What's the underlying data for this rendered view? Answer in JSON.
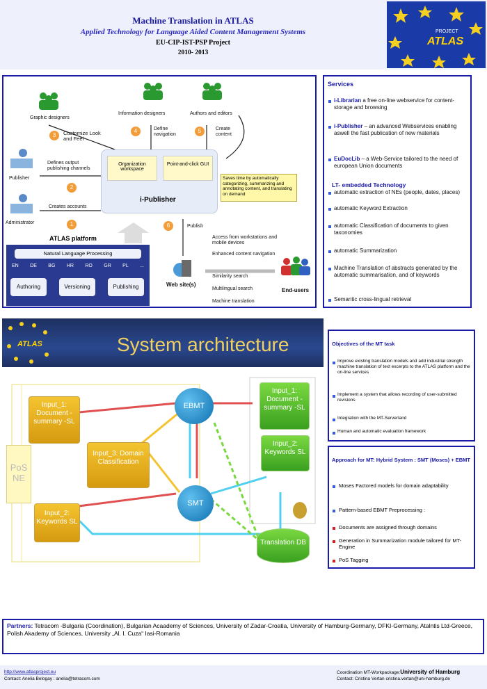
{
  "header": {
    "title": "Machine Translation in ATLAS",
    "subtitle": "Applied Technology for Language Aided Content Management Systems",
    "project": "EU-CIP-IST-PSP Project",
    "years": "2010- 2013",
    "logo_text": "PROJECT",
    "logo_name": "ATLAS"
  },
  "workflow": {
    "roles": {
      "graphic": "Graphic designers",
      "info": "Information designers",
      "authors": "Authors and editors",
      "publisher": "Publisher",
      "admin": "Administrator",
      "endusers": "End-users"
    },
    "steps": {
      "s3": "Customize Look and Feel",
      "s4": "Define navigation",
      "s5": "Create content",
      "s2": "Defines output publishing channels",
      "s1": "Creates accounts",
      "s6": "Publish"
    },
    "nums": [
      "1",
      "2",
      "3",
      "4",
      "5",
      "6"
    ],
    "ipub": {
      "org": "Organization workspace",
      "gui": "Point-and-click GUI",
      "name": "i-Publisher"
    },
    "note": "Saves time by automatically categorizing, summarizing and annotating content, and translating on demand",
    "platform": "ATLAS platform",
    "nlp": "Natural Language Processing",
    "langs": [
      "EN",
      "DE",
      "BG",
      "HR",
      "RO",
      "GR",
      "PL",
      "..."
    ],
    "modules": [
      "Authoring",
      "Versioning",
      "Publishing"
    ],
    "website": "Web site(s)",
    "access": [
      "Access from workstations and mobile devices",
      "Enhanced content navigation",
      "Similarity search",
      "Multilingual search",
      "Machine translation"
    ]
  },
  "services": {
    "heading": "Services",
    "items": [
      {
        "name": "i-Librarian",
        "text": " a free on-line webservice for content-storage and browsing"
      },
      {
        "name": "i-Publisher",
        "text": " – an advanced Webservices enabling aswell the fast publication of  new materials"
      },
      {
        "name": "EuDocLib",
        "text": " – a Web-Service tailored to the need of european Union documents"
      }
    ],
    "lt_heading": "LT- embedded Technology",
    "lt_items": [
      "automatic extraction of NEs (people, dates, places)",
      "automatic Keyword Extraction",
      "automatic Classification of documents to given taxonomies",
      "automatic Summarization",
      "Machine Translation of abstracts generated by the automatic summarisation, and of keywords",
      "Semantic cross-lingual retrieval"
    ]
  },
  "arch": {
    "title": "System architecture",
    "inputs": {
      "in1": "Input_1: Document -summary -SL",
      "in3": "Input_3: Domain Classification",
      "in2": "Input_2: Keywords SL",
      "pos": "PoS NE",
      "out1": "Input_1: Document -summary -SL",
      "out2": "Input_2: Keywords SL",
      "db": "Translation DB",
      "ebmt": "EBMT",
      "smt": "SMT"
    }
  },
  "objectives": {
    "heading": "Objectives of the MT task",
    "items": [
      "Improve existing translation models and add industrial strength machine translation of text excerpts to the ATLAS platform and the on-line services",
      "Implement a system that allows recording of user-submitted revisions",
      "Integration with the MT-Serverland",
      "Human and automatic evaluation framework"
    ]
  },
  "approach": {
    "heading": "Approach for MT: Hybrid System : SMT (Moses) + EBMT",
    "items": [
      "Moses Factored models for domain adaptability",
      "Pattern-based EBMT Preprocessing :",
      "Documents are assigned through domains",
      "Generation in Summarization module tailored for MT-Engine",
      "PoS Tagging"
    ]
  },
  "partners": {
    "label": "Partners:",
    "text": " Tetracom -Bulgaria (Coordination), Bulgarian Acaademy of Sciences, University of Zadar-Croatia, University of Hamburg-Germany, DFKI-Germany,  Atalntis Ltd-Greece, Polish Akademy of  Sciences, University „Al. I. Cuza“ Iasi-Romania"
  },
  "footer": {
    "url": "http://www.atlasproject.eu",
    "contact1": "Contact:  Anelia Belogay : anelia@tetracom.com",
    "coord": "Coordination  MT-Workpackage:",
    "coord_uni": "University of Hamburg",
    "contact2": "Contact:  Cristina Vertan cristina.vertan@uni-hamburg.de"
  },
  "colors": {
    "blue": "#1a1aa8",
    "yellow": "#f4c430",
    "green": "#3aa020",
    "orange": "#f39d3a"
  }
}
